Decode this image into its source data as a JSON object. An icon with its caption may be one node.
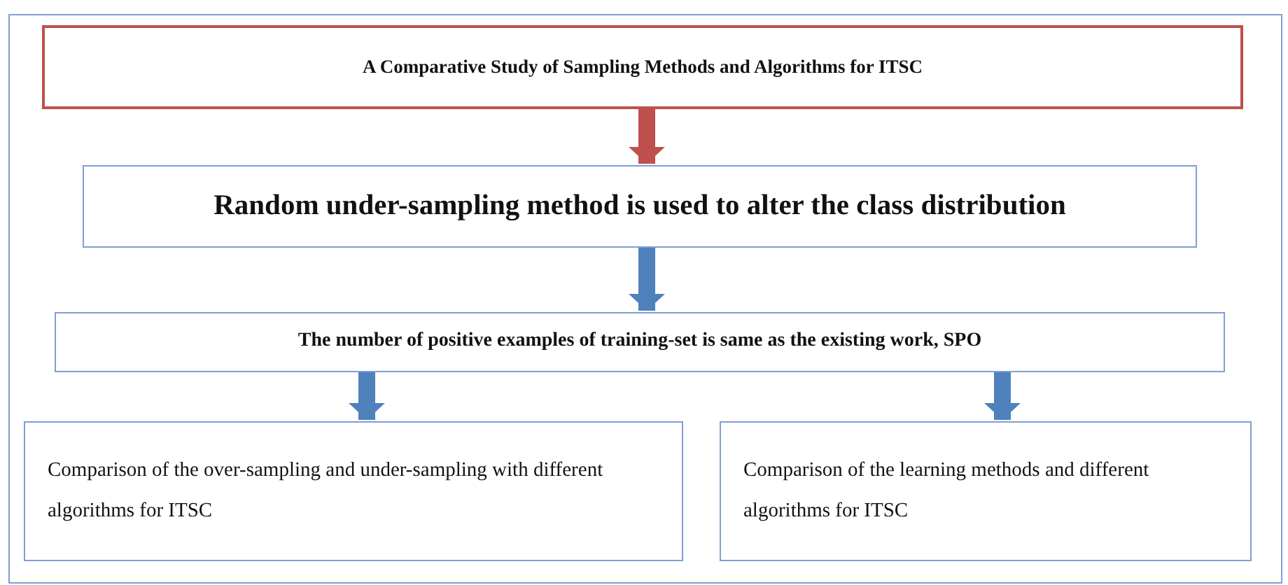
{
  "diagram": {
    "nodes": [
      {
        "text": [],
        "shape": "box"
      },
      {
        "text": [
          "A Comparative Study of Sampling Methods and Algorithms for ITSC"
        ],
        "in": 0
      },
      {
        "text": [
          "Random under-sampling method is used to alter the class distribution"
        ],
        "in": 0
      },
      {
        "text": [
          "The number of positive examples of training-set is same as the existing work, SPO"
        ],
        "in": 0
      },
      {
        "text": [
          "Comparison of the over-sampling and under-sampling with different algorithms for ITSC"
        ],
        "in": 0
      },
      {
        "text": [
          "Comparison of the learning methods and different algorithms for ITSC"
        ],
        "in": 0
      }
    ],
    "edges": [
      {
        "from": 1,
        "to": 2,
        "arrow": "to",
        "color": "#c0504d"
      },
      {
        "from": 2,
        "to": 3,
        "arrow": "to"
      },
      {
        "from": 3,
        "to": 4,
        "arrow": "to"
      },
      {
        "from": 3,
        "to": 5,
        "arrow": "to"
      }
    ]
  }
}
